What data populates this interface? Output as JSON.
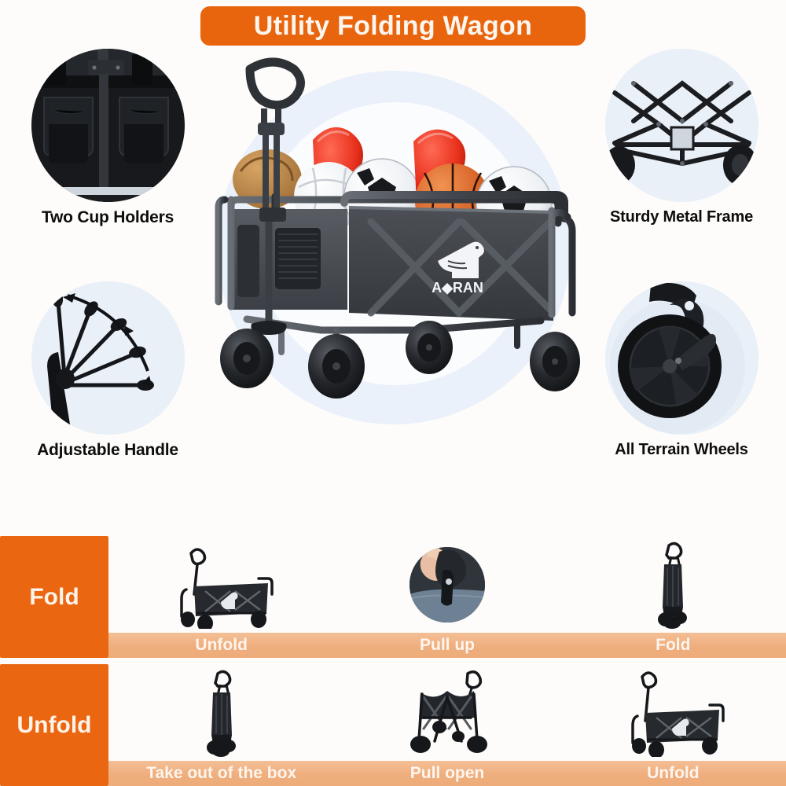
{
  "theme": {
    "orange": "#e8640d",
    "orange_block": "#ea6610",
    "strip_peach": "#efae7d",
    "page_bg": "#fdfcfa",
    "circle_bg": "#e9f0f8",
    "text_dark": "#0d0d0d",
    "text_cream": "#fdf5ee"
  },
  "header": {
    "title": "Utility Folding Wagon"
  },
  "hero": {
    "brand_name": "A◆RAN",
    "alt": "folding utility wagon loaded with sports balls"
  },
  "features": [
    {
      "id": "cup-holders",
      "label": "Two Cup Holders",
      "icon": "cup-holder-icon"
    },
    {
      "id": "metal-frame",
      "label": "Sturdy Metal Frame",
      "icon": "metal-frame-icon"
    },
    {
      "id": "handle",
      "label": "Adjustable Handle",
      "icon": "adjustable-handle-icon"
    },
    {
      "id": "wheels",
      "label": "All Terrain Wheels",
      "icon": "wheel-icon"
    }
  ],
  "instructions": {
    "rows": [
      {
        "id": "fold",
        "label": "Fold",
        "steps": [
          {
            "id": "fold-step-1",
            "label": "Unfold",
            "art": "wagon-open"
          },
          {
            "id": "fold-step-2",
            "label": "Pull up",
            "art": "hand-strap"
          },
          {
            "id": "fold-step-3",
            "label": "Fold",
            "art": "wagon-collapsed"
          }
        ]
      },
      {
        "id": "unfold",
        "label": "Unfold",
        "steps": [
          {
            "id": "unfold-step-1",
            "label": "Take out of the box",
            "art": "wagon-collapsed"
          },
          {
            "id": "unfold-step-2",
            "label": "Pull open",
            "art": "wagon-halfopen"
          },
          {
            "id": "unfold-step-3",
            "label": "Unfold",
            "art": "wagon-open"
          }
        ]
      }
    ]
  }
}
